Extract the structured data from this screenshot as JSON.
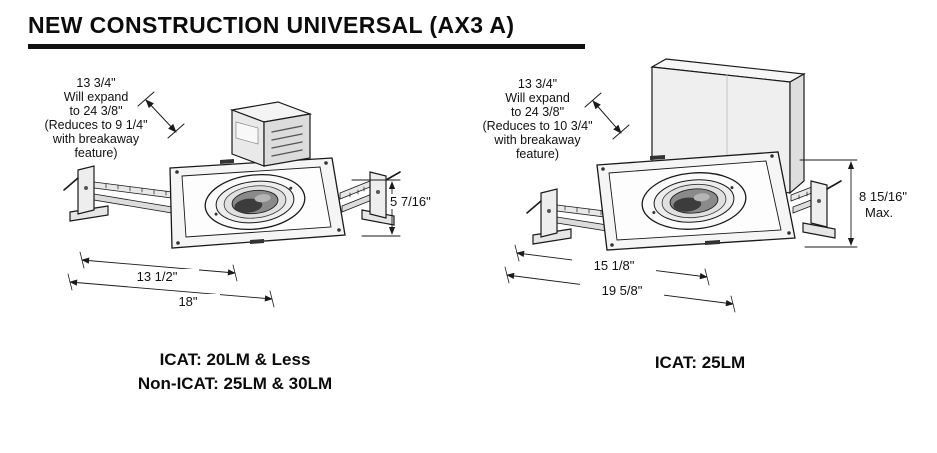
{
  "title": "NEW CONSTRUCTION UNIVERSAL (AX3 A)",
  "figures": {
    "left": {
      "expand_note": [
        "13 3/4\"",
        "Will expand",
        "to 24 3/8\"",
        "(Reduces to 9 1/4\"",
        "with breakaway",
        "feature)"
      ],
      "dims": {
        "height": "5 7/16\"",
        "width_inner": "13 1/2\"",
        "width_outer": "18\""
      },
      "caption": [
        "ICAT: 20LM & Less",
        "Non-ICAT: 25LM & 30LM"
      ]
    },
    "right": {
      "expand_note": [
        "13 3/4\"",
        "Will expand",
        "to 24 3/8\"",
        "(Reduces to 10 3/4\"",
        "with breakaway",
        "feature)"
      ],
      "dims": {
        "height": "8 15/16\"",
        "height_note": "Max.",
        "width_inner": "15 1/8\"",
        "width_outer": "19 5/8\""
      },
      "caption": [
        "ICAT: 25LM"
      ]
    }
  }
}
